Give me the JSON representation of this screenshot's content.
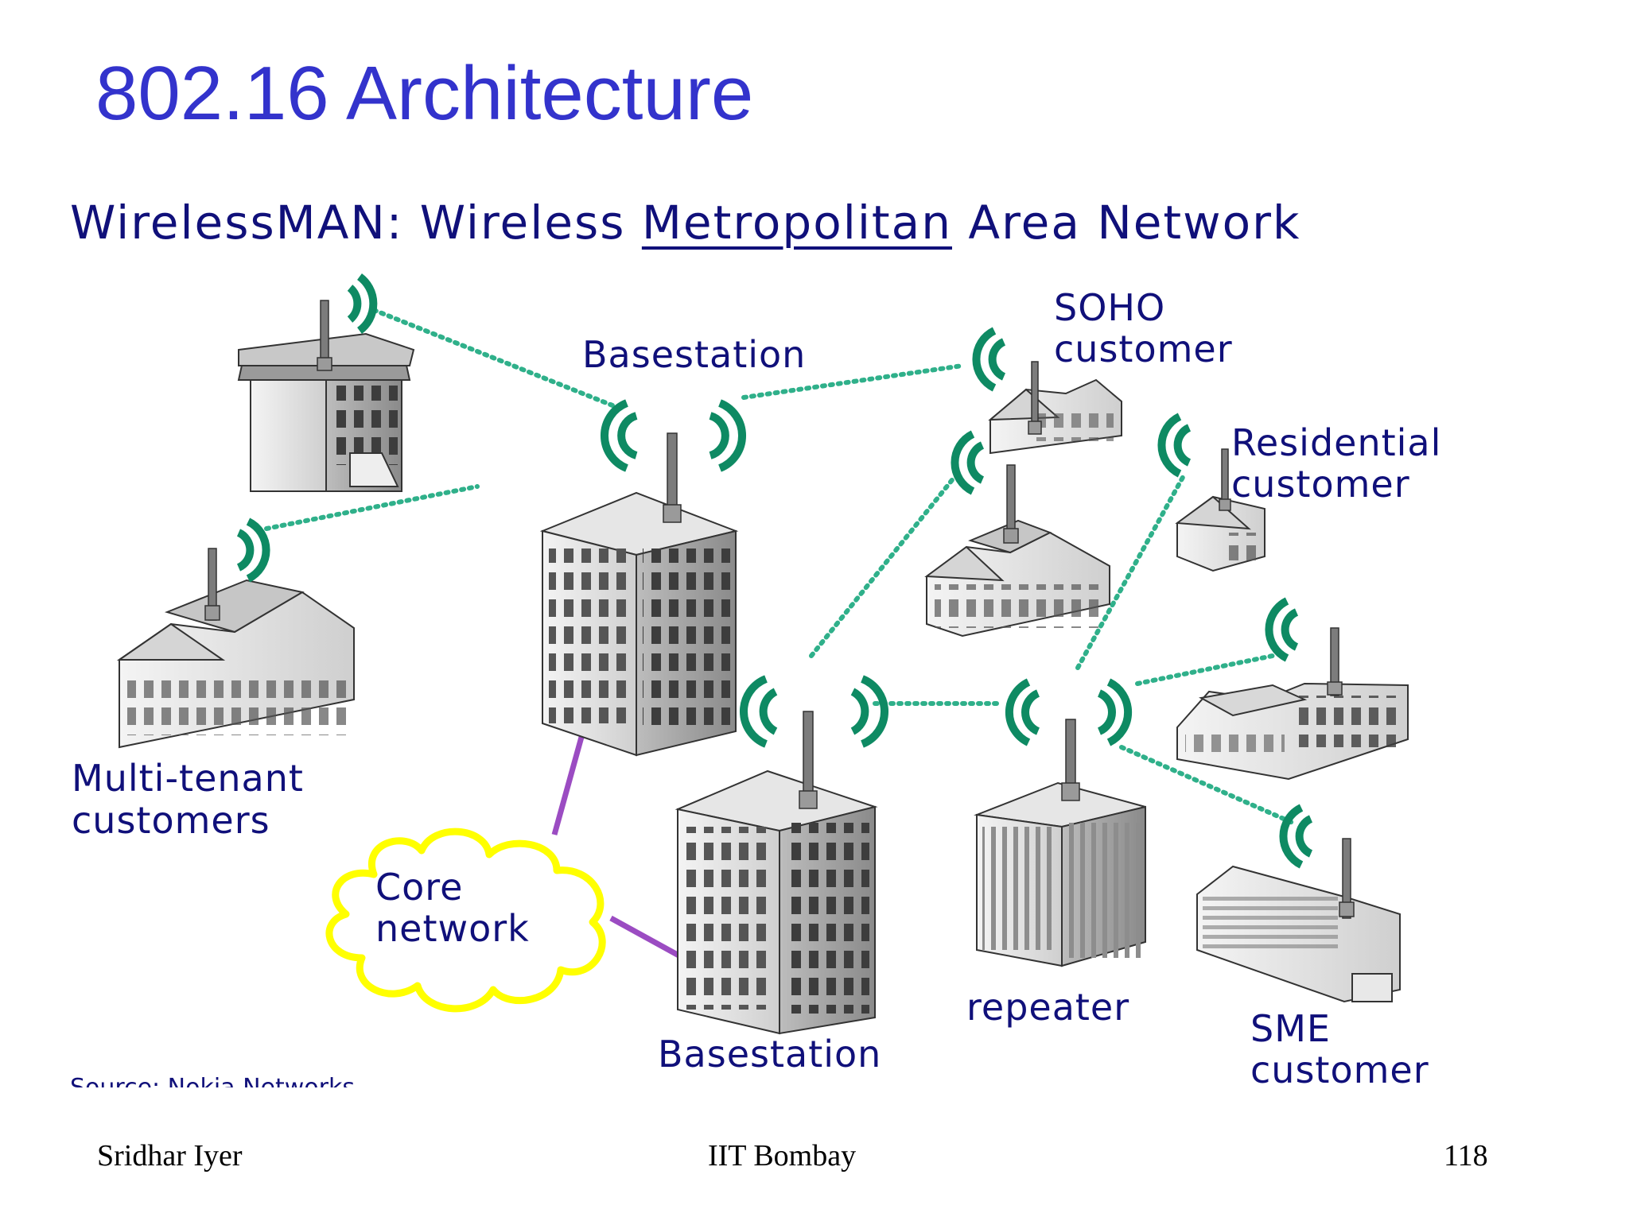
{
  "slide": {
    "title": "802.16 Architecture",
    "subtitle_pre": "WirelessMAN: Wireless ",
    "subtitle_underlined": "Metropolitan",
    "subtitle_post": " Area Network"
  },
  "diagram": {
    "labels": {
      "basestation_top": "Basestation",
      "soho_line1": "SOHO",
      "soho_line2": "customer",
      "residential_line1": "Residential",
      "residential_line2": "customer",
      "multitenant_line1": "Multi-tenant",
      "multitenant_line2": "customers",
      "core_line1": "Core",
      "core_line2": "network",
      "repeater": "repeater",
      "sme_line1": "SME",
      "sme_line2": "customer",
      "basestation_bottom": "Basestation",
      "source": "Source: Nokia Networks"
    },
    "colors": {
      "signal": "#0e8a63",
      "link": "#2fb08a",
      "wired": "#9b4cc2",
      "cloud": "#ffff00",
      "text": "#10107a"
    }
  },
  "footer": {
    "left": "Sridhar Iyer",
    "center": "IIT Bombay",
    "right": "118"
  }
}
